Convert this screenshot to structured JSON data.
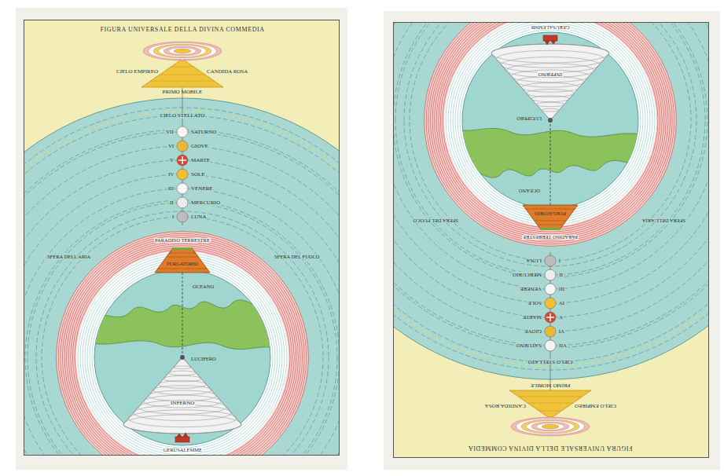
{
  "diagram": {
    "title": "FIGURA UNIVERSALE DELLA DIVINA COMMEDIA",
    "labels": [
      "CIELO EMPIREO",
      "CANDIDA ROSA",
      "PRIMO MOBILE",
      "CIELO STELLATO",
      "SATURNO",
      "GIOVE",
      "MARTE",
      "SOLE",
      "VENERE",
      "MERCURIO",
      "LUNA",
      "VII",
      "VI",
      "V",
      "IV",
      "III",
      "II",
      "I",
      "SFERA DEL FUOCO",
      "SFERA DELL'ARIA",
      "PARADISO TERRESTRE",
      "PURGATORIO",
      "OCEANO",
      "LUCIFERO",
      "INFERNO",
      "GERUSALEMME",
      "FIGURA UNIVERSALE DELLA DIVINA COMMEDIA",
      "CIELO EMPIREO",
      "CANDIDA ROSA",
      "PRIMO MOBILE",
      "CIELO STELLATO",
      "SATURNO",
      "GIOVE",
      "MARTE",
      "SOLE",
      "VENERE",
      "MERCURIO",
      "LUNA",
      "VII",
      "VI",
      "V",
      "IV",
      "III",
      "II",
      "I",
      "SFERA DEL FUOCO",
      "SFERA DELL'ARIA",
      "PARADISO TERRESTRE",
      "PURGATORIO",
      "OCEANO",
      "LUCIFERO",
      "INFERNO",
      "GERUSALEMME"
    ]
  }
}
